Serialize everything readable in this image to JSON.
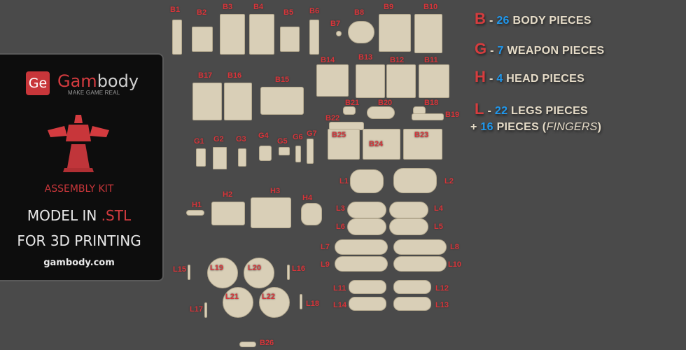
{
  "brand": {
    "logo_mark": "Ge",
    "name_a": "Gam",
    "name_b": "body",
    "tagline": "MAKE GAME REAL"
  },
  "panel": {
    "kit": "ASSEMBLY KIT",
    "model_prefix": "MODEL IN ",
    "model_ext": ".STL",
    "printing": "FOR 3D PRINTING",
    "site": "gambody.com"
  },
  "legend": [
    {
      "letter": "B",
      "count": "26",
      "text": "BODY PIECES"
    },
    {
      "letter": "G",
      "count": "7",
      "text": "WEAPON PIECES"
    },
    {
      "letter": "H",
      "count": "4",
      "text": "HEAD PIECES"
    },
    {
      "letter": "L",
      "count": "22",
      "text": "LEGS PIECES"
    }
  ],
  "extra": {
    "plus": "+",
    "count": "16",
    "text": "PIECES (",
    "italic": "FINGERS",
    "close": ")"
  },
  "parts": [
    "B1",
    "B2",
    "B3",
    "B4",
    "B5",
    "B6",
    "B7",
    "B8",
    "B9",
    "B10",
    "B14",
    "B13",
    "B12",
    "B11",
    "B17",
    "B16",
    "B15",
    "B21",
    "B20",
    "B18",
    "B22",
    "B19",
    "B25",
    "B24",
    "B23",
    "G1",
    "G2",
    "G3",
    "G4",
    "G5",
    "G6",
    "G7",
    "H1",
    "H2",
    "H3",
    "H4",
    "L1",
    "L2",
    "L3",
    "L4",
    "L6",
    "L5",
    "L7",
    "L8",
    "L9",
    "L10",
    "L11",
    "L12",
    "L14",
    "L13",
    "L15",
    "L19",
    "L20",
    "L16",
    "L17",
    "L21",
    "L22",
    "L18",
    "B26"
  ],
  "colors": {
    "accent": "#d8353a",
    "count": "#1f98ee",
    "piece": "#d9cfb7"
  }
}
